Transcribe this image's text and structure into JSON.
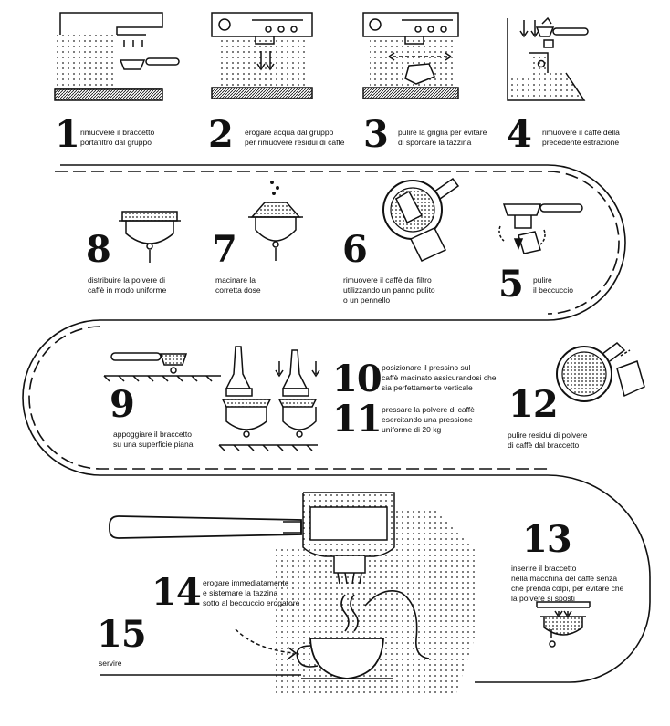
{
  "steps": [
    {
      "n": "1",
      "text": "rimuovere il braccetto\nportafiltro dal gruppo"
    },
    {
      "n": "2",
      "text": "erogare acqua dal gruppo\nper rimuovere residui di caffè"
    },
    {
      "n": "3",
      "text": "pulire la griglia per evitare\ndi sporcare la tazzina"
    },
    {
      "n": "4",
      "text": "rimuovere il caffè della\nprecedente estrazione"
    },
    {
      "n": "5",
      "text": "pulire\nil beccuccio"
    },
    {
      "n": "6",
      "text": "rimuovere il caffè dal filtro\nutilizzando un panno pulito\no un pennello"
    },
    {
      "n": "7",
      "text": "macinare la\ncorretta dose"
    },
    {
      "n": "8",
      "text": "distribuire la polvere di\ncaffè in modo uniforme"
    },
    {
      "n": "9",
      "text": "appoggiare il braccetto\nsu una superficie piana"
    },
    {
      "n": "10",
      "text": "posizionare il pressino sul\ncaffè macinato assicurandosi che\nsia perfettamente verticale"
    },
    {
      "n": "11",
      "text": "pressare la polvere di caffè\nesercitando una pressione\nuniforme di 20 kg"
    },
    {
      "n": "12",
      "text": "pulire residui di polvere\ndi caffè dal braccetto"
    },
    {
      "n": "13",
      "text": "inserire il braccetto\nnella macchina del caffè senza\nche prenda colpi, per evitare che\nla polvere si sposti"
    },
    {
      "n": "14",
      "text": "erogare immediatamente\ne sistemare la tazzina\nsotto al beccuccio erogatore"
    },
    {
      "n": "15",
      "text": "servire"
    }
  ]
}
